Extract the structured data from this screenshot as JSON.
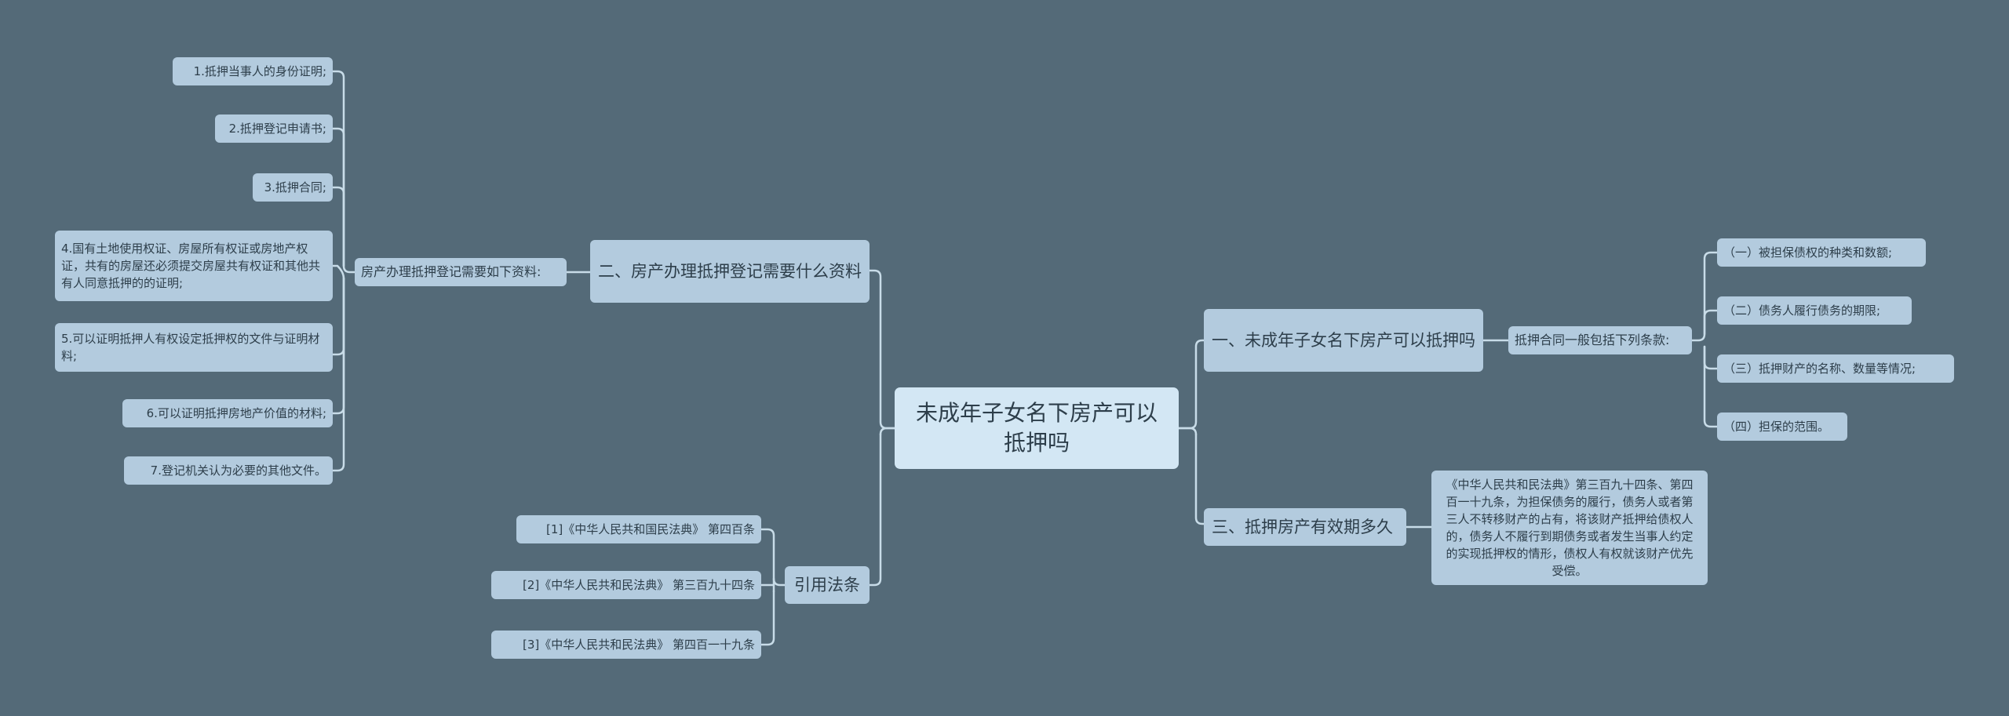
{
  "root": "未成年子女名下房产可以抵押吗",
  "branches": {
    "b1": {
      "label": "一、未成年子女名下房产可以抵押吗",
      "sub": "抵押合同一般包括下列条款:",
      "items": [
        "（一）被担保债权的种类和数额;",
        "（二）债务人履行债务的期限;",
        "（三）抵押财产的名称、数量等情况;",
        "（四）担保的范围。"
      ]
    },
    "b2": {
      "label": "二、房产办理抵押登记需要什么资料",
      "sub": "房产办理抵押登记需要如下资料:",
      "items": [
        "1.抵押当事人的身份证明;",
        "2.抵押登记申请书;",
        "3.抵押合同;",
        "4.国有土地使用权证、房屋所有权证或房地产权证，共有的房屋还必须提交房屋共有权证和其他共有人同意抵押的的证明;",
        "5.可以证明抵押人有权设定抵押权的文件与证明材料;",
        "6.可以证明抵押房地产价值的材料;",
        "7.登记机关认为必要的其他文件。"
      ]
    },
    "b3": {
      "label": "三、抵押房产有效期多久",
      "detail": "《中华人民共和民法典》第三百九十四条、第四百一十九条，为担保债务的履行，债务人或者第三人不转移财产的占有，将该财产抵押给债权人的，债务人不履行到期债务或者发生当事人约定的实现抵押权的情形，债权人有权就该财产优先受偿。"
    },
    "b4": {
      "label": "引用法条",
      "items": [
        "[1]《中华人民共和国民法典》 第四百条",
        "[2]《中华人民共和民法典》 第三百九十四条",
        "[3]《中华人民共和民法典》 第四百一十九条"
      ]
    }
  }
}
